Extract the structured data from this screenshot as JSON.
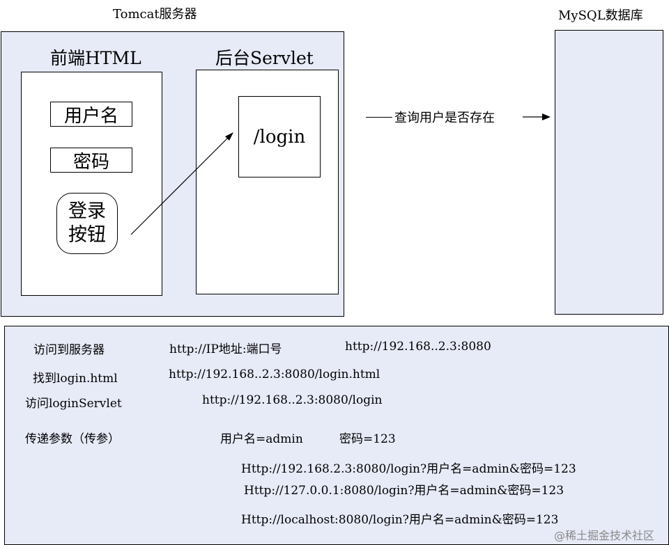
{
  "tomcat": {
    "title": "Tomcat服务器",
    "frontend_title": "前端HTML",
    "username_label": "用户名",
    "password_label": "密码",
    "login_button_line1": "登录",
    "login_button_line2": "按钮",
    "backend_title": "后台Servlet",
    "login_path": "/login"
  },
  "mysql": {
    "title": "MySQL数据库"
  },
  "arrow_label": "查询用户是否存在",
  "notes": {
    "row1": {
      "label": "访问到服务器",
      "pattern": "http://IP地址:端口号",
      "example": "http://192.168..2.3:8080"
    },
    "row2": {
      "label": "找到login.html",
      "url": "http://192.168..2.3:8080/login.html"
    },
    "row3": {
      "label": "访问loginServlet",
      "url": "http://192.168..2.3:8080/login"
    },
    "row4": {
      "label": "传递参数（传参）",
      "param1": "用户名=admin",
      "param2": "密码=123"
    },
    "examples": [
      "Http://192.168.2.3:8080/login?用户名=admin&密码=123",
      "Http://127.0.0.1:8080/login?用户名=admin&密码=123",
      "Http://localhost:8080/login?用户名=admin&密码=123"
    ]
  },
  "watermark": "@稀土掘金技术社区"
}
